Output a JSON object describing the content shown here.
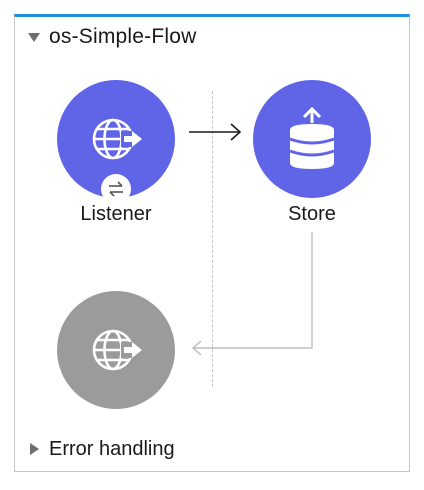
{
  "flow": {
    "title": "os-Simple-Flow",
    "accent_color": "#1d8fe1"
  },
  "nodes": {
    "listener": {
      "label": "Listener",
      "icon": "globe-arrow-icon",
      "color": "#6065e8"
    },
    "store": {
      "label": "Store",
      "icon": "database-upload-icon",
      "color": "#6065e8"
    },
    "source": {
      "icon": "globe-arrow-icon",
      "color": "#9b9b9b"
    }
  },
  "error_handling": {
    "label": "Error handling"
  }
}
